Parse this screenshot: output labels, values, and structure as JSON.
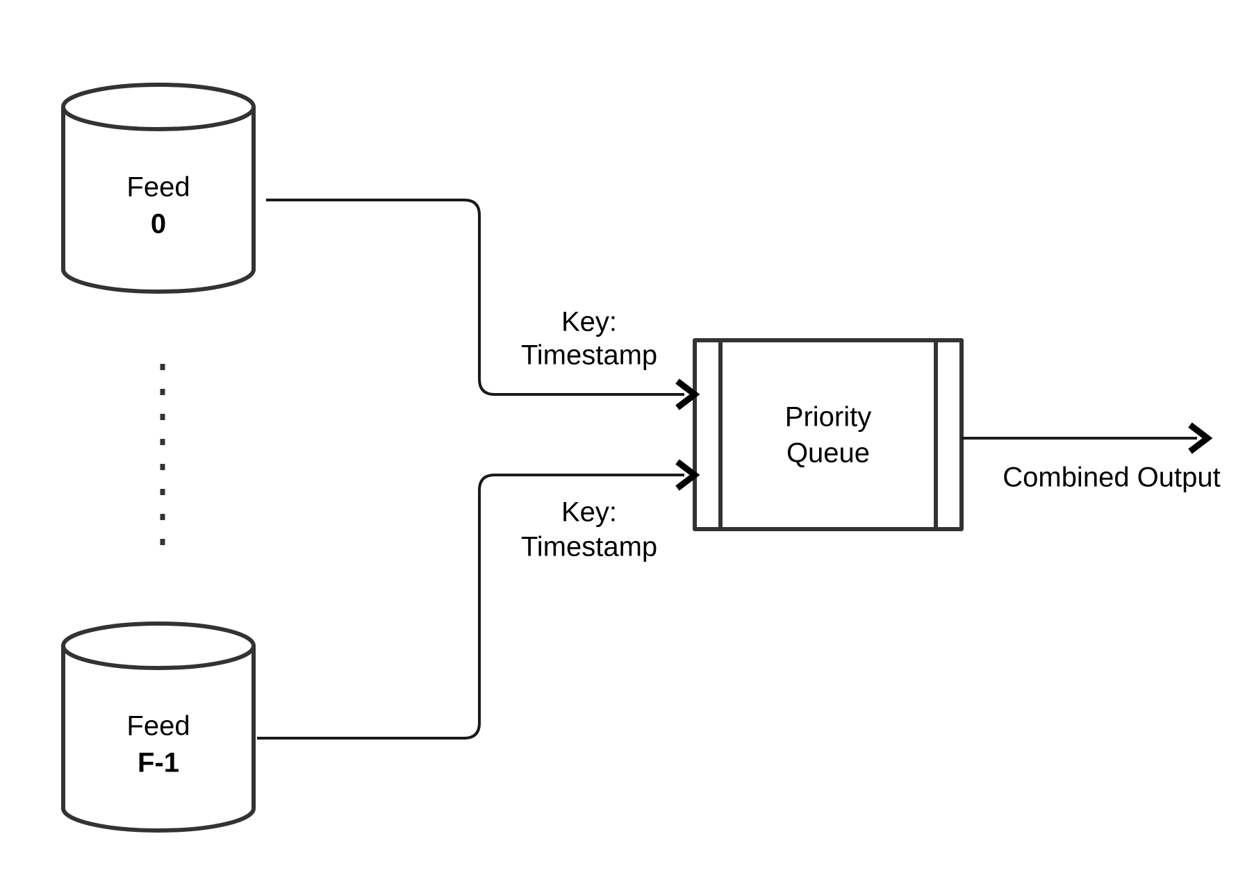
{
  "diagram": {
    "title": "Multi-feed merge into priority queue",
    "background_color": "#ffffff",
    "stroke_color": "#333333",
    "edge_color": "#1a1a1a",
    "text_color": "#000000"
  },
  "nodes": {
    "feed_top": {
      "shape": "cylinder",
      "line1": "Feed",
      "line2": "0"
    },
    "feed_bottom": {
      "shape": "cylinder",
      "line1": "Feed",
      "line2": "F-1"
    },
    "queue": {
      "shape": "process",
      "line1": "Priority",
      "line2": "Queue"
    }
  },
  "separator": {
    "style": "dashed-vertical",
    "meaning": "ellipsis-between-feeds"
  },
  "edges": {
    "top_feed_to_queue": {
      "label_line1": "Key:",
      "label_line2": "Timestamp",
      "arrowhead": "open-chevron"
    },
    "bottom_feed_to_queue": {
      "label_line1": "Key:",
      "label_line2": "Timestamp",
      "arrowhead": "open-chevron"
    },
    "queue_output": {
      "label": "Combined Output",
      "arrowhead": "open-chevron"
    }
  }
}
